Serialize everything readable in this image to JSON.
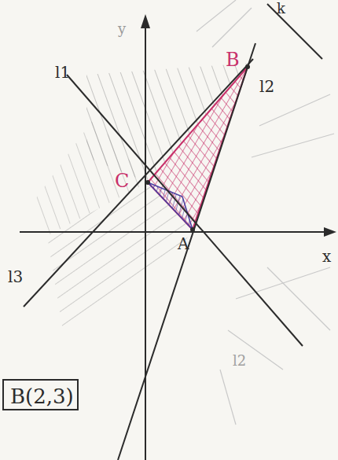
{
  "diagram": {
    "nodes": [
      {
        "text": [
          "B(2,3)"
        ]
      }
    ],
    "labels": [
      "y",
      "x",
      "l1",
      "l2",
      "l3",
      "l2",
      "B",
      "C",
      "A",
      "k"
    ]
  }
}
